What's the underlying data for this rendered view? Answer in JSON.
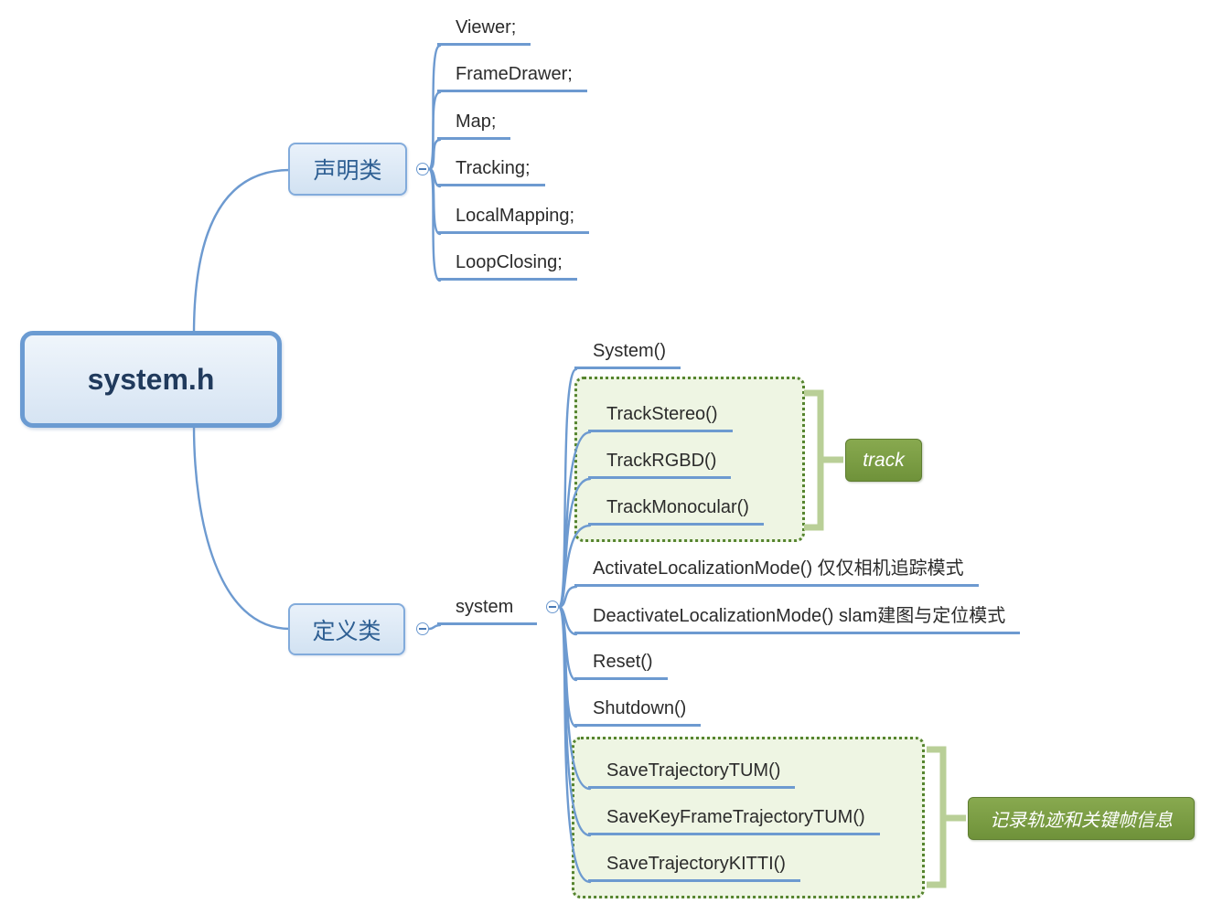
{
  "root": {
    "label": "system.h"
  },
  "declare_branch": {
    "label": "声明类",
    "children": [
      "Viewer;",
      "FrameDrawer;",
      "Map;",
      "Tracking;",
      "LocalMapping;",
      "LoopClosing;"
    ]
  },
  "define_branch": {
    "label": "定义类",
    "system": {
      "label": "system",
      "children": {
        "system_ctor": "System()",
        "track_stereo": "TrackStereo()",
        "track_rgbd": "TrackRGBD()",
        "track_monocular": "TrackMonocular()",
        "activate": "ActivateLocalizationMode() 仅仅相机追踪模式",
        "deactivate": "DeactivateLocalizationMode() slam建图与定位模式",
        "reset": "Reset()",
        "shutdown": "Shutdown()",
        "save_tum": "SaveTrajectoryTUM()",
        "save_kf_tum": "SaveKeyFrameTrajectoryTUM()",
        "save_kitti": "SaveTrajectoryKITTI()"
      }
    }
  },
  "group_labels": {
    "track": "track",
    "save": "记录轨迹和关键帧信息"
  },
  "colors": {
    "connector_blue": "#6d9ad0",
    "node_border_blue": "#6b9bd2",
    "node_fill_blue": "#dbe8f5",
    "group_border_green": "#55842e",
    "group_fill_green": "#eef5e3",
    "bracket_green": "#b9cf97",
    "label_green": "#7c9e43"
  }
}
